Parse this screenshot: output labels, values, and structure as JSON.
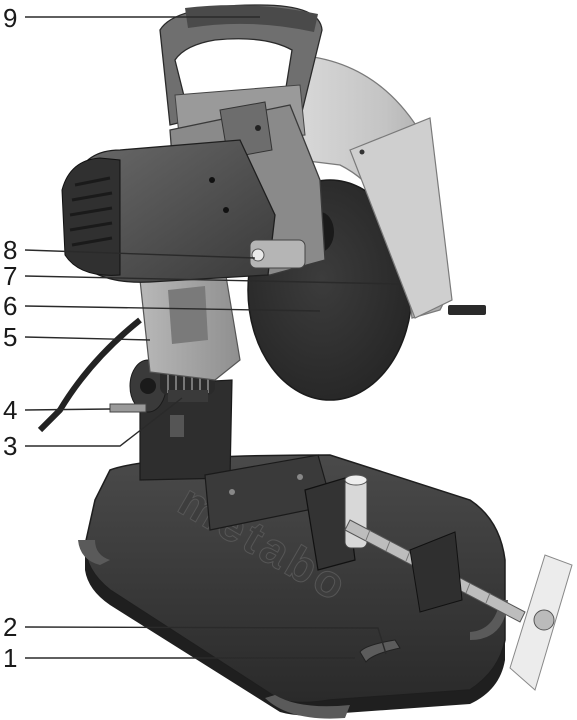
{
  "callouts": [
    {
      "id": "9",
      "label": "9"
    },
    {
      "id": "8",
      "label": "8"
    },
    {
      "id": "7",
      "label": "7"
    },
    {
      "id": "6",
      "label": "6"
    },
    {
      "id": "5",
      "label": "5"
    },
    {
      "id": "4",
      "label": "4"
    },
    {
      "id": "3",
      "label": "3"
    },
    {
      "id": "2",
      "label": "2"
    },
    {
      "id": "1",
      "label": "1"
    }
  ],
  "brand_mark": "metabo"
}
